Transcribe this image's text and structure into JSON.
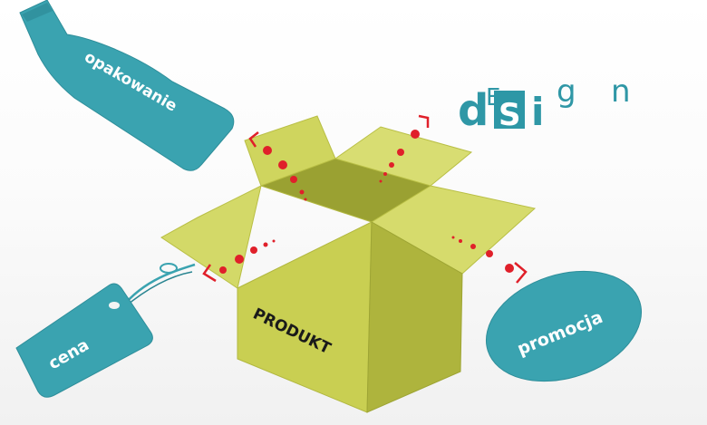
{
  "labels": {
    "bottle": "opakowanie",
    "tag": "cena",
    "ellipse": "promocja",
    "box": "PRODUKT"
  },
  "design_word": {
    "letters": [
      "d",
      "E",
      "S",
      "i",
      "g",
      "n"
    ],
    "text": "dESign"
  },
  "colors": {
    "teal": "#3aa3b0",
    "teal_dark": "#2a8591",
    "box_light": "#d4d96a",
    "box_mid": "#c5cc4d",
    "box_dark": "#a9b03a",
    "accent_red": "#e0202a"
  }
}
